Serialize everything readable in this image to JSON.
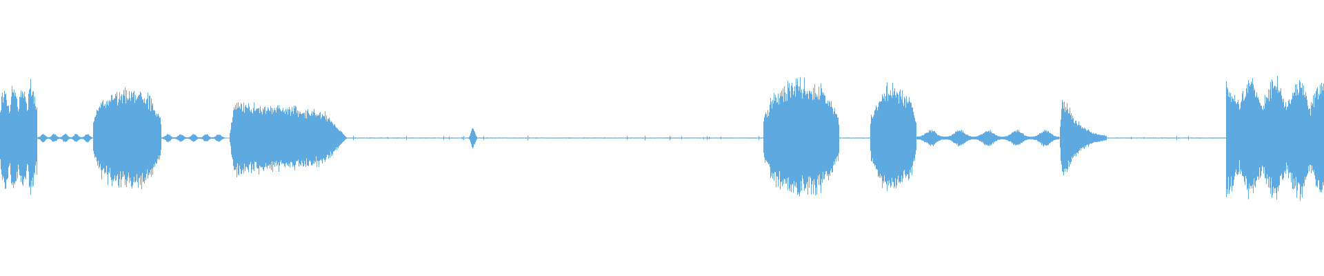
{
  "waveform": {
    "color": "#5EA9E0",
    "background": "#FFFFFF",
    "segments": [
      {
        "start": 0.0,
        "end": 0.028,
        "amplitude": 0.95,
        "shape": "burst"
      },
      {
        "start": 0.028,
        "end": 0.07,
        "amplitude": 0.08,
        "shape": "ripple"
      },
      {
        "start": 0.07,
        "end": 0.122,
        "amplitude": 0.88,
        "shape": "dome"
      },
      {
        "start": 0.122,
        "end": 0.17,
        "amplitude": 0.07,
        "shape": "ripple"
      },
      {
        "start": 0.173,
        "end": 0.262,
        "amplitude": 0.55,
        "shape": "plateau"
      },
      {
        "start": 0.262,
        "end": 0.352,
        "amplitude": 0.01,
        "shape": "flat"
      },
      {
        "start": 0.352,
        "end": 0.362,
        "amplitude": 0.18,
        "shape": "spike"
      },
      {
        "start": 0.362,
        "end": 0.576,
        "amplitude": 0.015,
        "shape": "flat"
      },
      {
        "start": 0.576,
        "end": 0.634,
        "amplitude": 0.98,
        "shape": "dome"
      },
      {
        "start": 0.634,
        "end": 0.657,
        "amplitude": 0.03,
        "shape": "flat"
      },
      {
        "start": 0.657,
        "end": 0.692,
        "amplitude": 0.9,
        "shape": "dome"
      },
      {
        "start": 0.692,
        "end": 0.8,
        "amplitude": 0.14,
        "shape": "ripple"
      },
      {
        "start": 0.8,
        "end": 0.836,
        "amplitude": 0.8,
        "shape": "decay"
      },
      {
        "start": 0.836,
        "end": 0.926,
        "amplitude": 0.02,
        "shape": "flat"
      },
      {
        "start": 0.926,
        "end": 1.0,
        "amplitude": 1.0,
        "shape": "burst"
      }
    ]
  }
}
